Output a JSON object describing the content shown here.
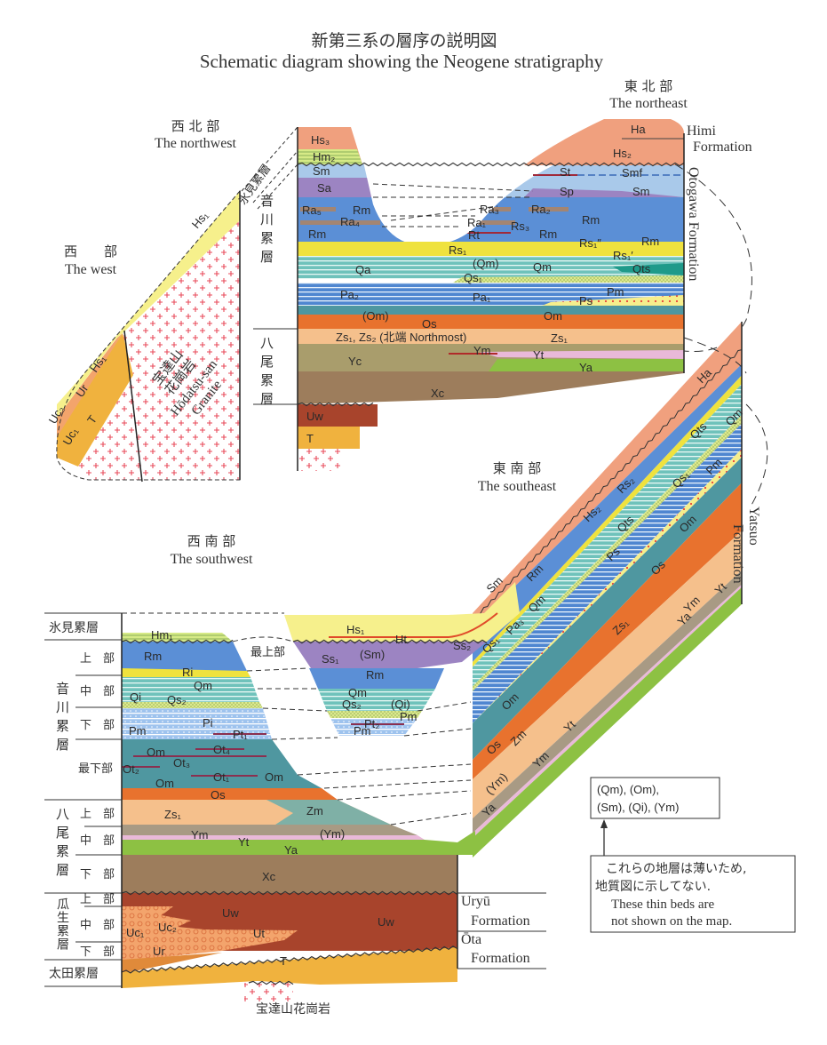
{
  "title": {
    "ja": "新第三系の層序の説明図",
    "en": "Schematic diagram showing the Neogene stratigraphy"
  },
  "regions": {
    "northwest": {
      "ja": "西 北 部",
      "en": "The northwest"
    },
    "west": {
      "ja": "西　　部",
      "en": "The west"
    },
    "northeast": {
      "ja": "東 北 部",
      "en": "The northeast"
    },
    "southeast": {
      "ja": "東 南 部",
      "en": "The southeast"
    },
    "southwest": {
      "ja": "西 南 部",
      "en": "The southwest"
    }
  },
  "formations": {
    "himi_ja": "氷見累層",
    "himi_ja_short": "氷見累層",
    "otogawa_ja": "音川累層",
    "yatsuo_ja": "八尾累層",
    "uryu_ja": "瓜生累層",
    "ota_ja": "太田累層",
    "himi_en": [
      "Himi",
      "Formation"
    ],
    "otogawa_en": "Otogawa Formation",
    "yatsuo_en": [
      "Yatsuo",
      "Formation"
    ],
    "uryu_en": [
      "Uryū",
      "Formation"
    ],
    "ota_en": [
      "Ōta",
      "Formation"
    ]
  },
  "subdivisions": {
    "upper": "上　部",
    "middle": "中　部",
    "lower": "下　部",
    "lowest": "最下部"
  },
  "granite": {
    "ja_1": "宝達山",
    "ja_2": "花崗岩",
    "en_1": "Hōdatsu-san",
    "en_2": "Granite",
    "bottom": "宝達山花崗岩"
  },
  "sections": {
    "northeast": {
      "labels": [
        "Hs₃",
        "Hm₂",
        "Sm",
        "Sa",
        "Ra₅",
        "Rm",
        "Ra₄",
        "Rm",
        "Ra₃",
        "Ra₂",
        "Ra₁",
        "Rs₃",
        "Rt",
        "Rm",
        "Rm",
        "Rs₁″",
        "Rm",
        "Rs₁",
        "Rs₁′",
        "Qa",
        "(Qm)",
        "Qm",
        "Qts",
        "Qs₁",
        "Pa₂",
        "Pa₁",
        "Pm",
        "Ps",
        "(Om)",
        "Om",
        "Os",
        "Zs₁, Zs₂ (北端  Northmost)",
        "Zs₁",
        "Yc",
        "Ym",
        "Yt",
        "Ya",
        "Xc",
        "Uw",
        "T",
        "Ha",
        "Hs₂",
        "St",
        "Smf",
        "Sp",
        "Sm"
      ]
    },
    "west": {
      "labels": [
        "Hs₁",
        "Hs₁",
        "Ur",
        "Uc₂",
        "Uc₁",
        "T"
      ]
    },
    "southeast": {
      "labels": [
        "Ha",
        "Hs₂",
        "Rs₂",
        "Qts",
        "Qm",
        "Qs₁",
        "Pm",
        "Qts",
        "Om",
        "Rm",
        "Ps",
        "Os",
        "Qm",
        "Sm",
        "Pa₃",
        "Qs₁",
        "Om",
        "Zs₁",
        "Ym",
        "Yt",
        "Ya",
        "Os",
        "Zm",
        "Yt",
        "Ym",
        "(Ym)",
        "Ya"
      ]
    },
    "southwest": {
      "labels": [
        "Hm₁",
        "Rm",
        "Ri",
        "Qm",
        "Qi",
        "Qs₂",
        "Pi",
        "Pm",
        "Pt₁",
        "Om",
        "Ot₄",
        "Ot₃",
        "Ot₂",
        "Om",
        "Ot₁",
        "Om",
        "Os",
        "Zs₁",
        "Zm",
        "Ym",
        "Yt",
        "(Ym)",
        "Ya",
        "Xc",
        "Uw",
        "Uw",
        "Uc₁",
        "Uc₂",
        "Ut",
        "Ur",
        "T"
      ]
    },
    "center": {
      "labels": [
        "Hs₁",
        "Ht",
        "最上部",
        "Ss₁",
        "(Sm)",
        "Ss₂",
        "Rm",
        "Qm",
        "Qs₂",
        "(Qi)",
        "Pt₂",
        "Pm",
        "Pm"
      ]
    }
  },
  "note": {
    "units": [
      "(Qm), (Om),",
      "(Sm), (Qi), (Ym)"
    ],
    "text_ja": [
      "これらの地層は薄いため,",
      "地質図に示してない."
    ],
    "text_en": [
      "These thin beds are",
      "not shown on the map."
    ]
  },
  "colors": {
    "Hs": "#f0a07e",
    "Hs1": "#f6f08c",
    "Sm": "#a9c9ea",
    "Sa": "#9c84c2",
    "Rm": "#5b8fd6",
    "Rs": "#efe23e",
    "Qm": "#6fc2bb",
    "Pa": "#4f86d0",
    "Om": "#4f97a0",
    "Os": "#e8722e",
    "Zs": "#f5c08c",
    "Yc": "#a99d6c",
    "Ym": "#a89a84",
    "Yt": "#e9b9d9",
    "Ya": "#8dc143",
    "Xc": "#9d7d5c",
    "Uw": "#a8442c",
    "T": "#f0b23e",
    "Ra": "#a38572",
    "granite_plus": "#e84a5a"
  }
}
